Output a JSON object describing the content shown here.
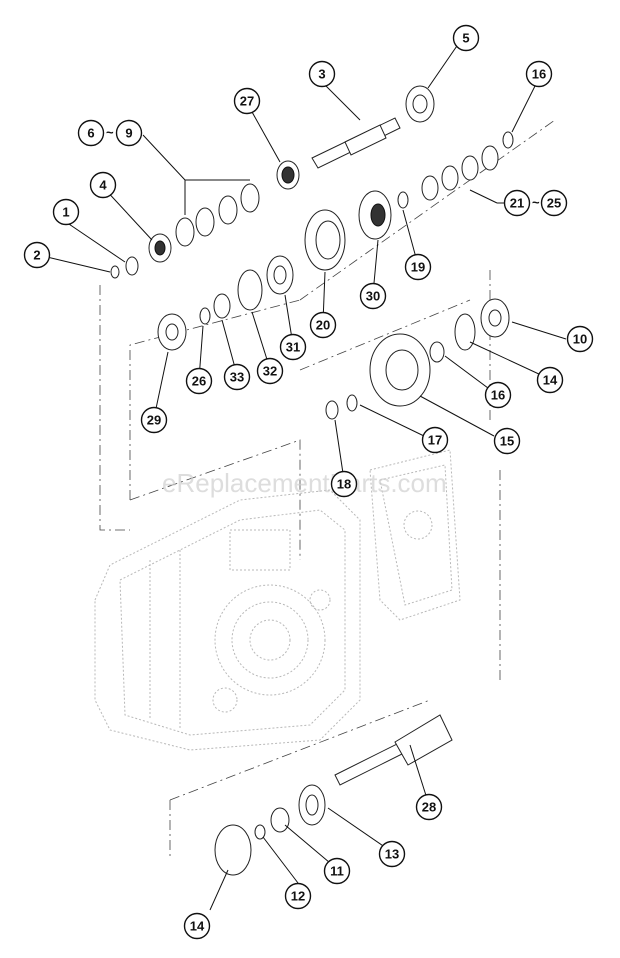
{
  "watermark": "eReplacementParts.com",
  "callouts": [
    {
      "id": "c1",
      "label": "1"
    },
    {
      "id": "c2",
      "label": "2"
    },
    {
      "id": "c3",
      "label": "3"
    },
    {
      "id": "c4",
      "label": "4"
    },
    {
      "id": "c5",
      "label": "5"
    },
    {
      "id": "c6",
      "label": "6"
    },
    {
      "id": "c9",
      "label": "9"
    },
    {
      "id": "c10",
      "label": "10"
    },
    {
      "id": "c11",
      "label": "11"
    },
    {
      "id": "c12",
      "label": "12"
    },
    {
      "id": "c13",
      "label": "13"
    },
    {
      "id": "c14a",
      "label": "14"
    },
    {
      "id": "c14b",
      "label": "14"
    },
    {
      "id": "c15",
      "label": "15"
    },
    {
      "id": "c16a",
      "label": "16"
    },
    {
      "id": "c16b",
      "label": "16"
    },
    {
      "id": "c17",
      "label": "17"
    },
    {
      "id": "c18",
      "label": "18"
    },
    {
      "id": "c19",
      "label": "19"
    },
    {
      "id": "c20",
      "label": "20"
    },
    {
      "id": "c21",
      "label": "21"
    },
    {
      "id": "c25",
      "label": "25"
    },
    {
      "id": "c26",
      "label": "26"
    },
    {
      "id": "c27",
      "label": "27"
    },
    {
      "id": "c28",
      "label": "28"
    },
    {
      "id": "c29",
      "label": "29"
    },
    {
      "id": "c30",
      "label": "30"
    },
    {
      "id": "c31",
      "label": "31"
    },
    {
      "id": "c32",
      "label": "32"
    },
    {
      "id": "c33",
      "label": "33"
    }
  ],
  "range_separator": "~"
}
